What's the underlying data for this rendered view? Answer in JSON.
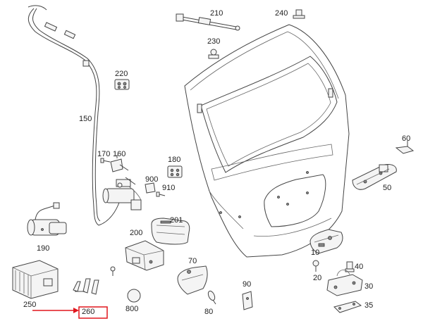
{
  "labels": {
    "p210": "210",
    "p240": "240",
    "p230": "230",
    "p220": "220",
    "p150": "150",
    "p170": "170",
    "p160": "160",
    "p180": "180",
    "p900": "900",
    "p910": "910",
    "p190": "190",
    "p201": "201",
    "p200": "200",
    "p60": "60",
    "p50": "50",
    "p10": "10",
    "p40": "40",
    "p20": "20",
    "p30": "30",
    "p35": "35",
    "p70": "70",
    "p90": "90",
    "p80": "80",
    "p250": "250",
    "p260": "260",
    "p800": "800"
  },
  "colors": {
    "highlight": "#e0161d",
    "line": "#444444",
    "text": "#222222"
  }
}
